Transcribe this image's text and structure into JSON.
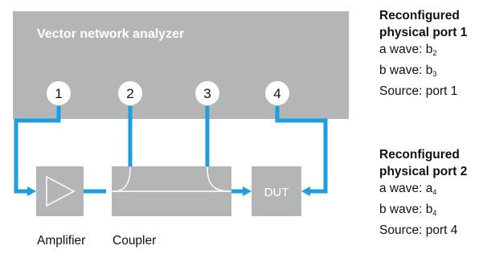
{
  "diagram": {
    "vna_label": "Vector network analyzer",
    "ports": [
      "1",
      "2",
      "3",
      "4"
    ],
    "amplifier_label": "Amplifier",
    "coupler_label": "Coupler",
    "dut_label": "DUT"
  },
  "notes": [
    {
      "title_line1": "Reconfigured",
      "title_line2": "physical port 1",
      "a_prefix": "a wave: b",
      "a_sub": "2",
      "b_prefix": "b wave: b",
      "b_sub": "3",
      "source": "Source: port 1"
    },
    {
      "title_line1": "Reconfigured",
      "title_line2": "physical port 2",
      "a_prefix": "a wave: a",
      "a_sub": "4",
      "b_prefix": "b wave: b",
      "b_sub": "4",
      "source": "Source: port 4"
    }
  ],
  "colors": {
    "box": "#b3b5b7",
    "line": "#1c9fe0",
    "port_fill": "#ffffff",
    "text_on_box": "#ffffff"
  }
}
